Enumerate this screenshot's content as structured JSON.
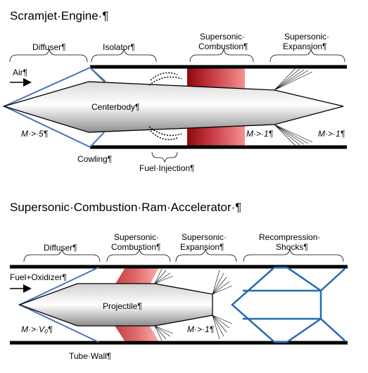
{
  "scramjet": {
    "title": "Scramjet·Engine·¶",
    "diffuser": "Diffuser¶",
    "isolator": "Isolator¶",
    "supersonic_combustion_1": "Supersonic·",
    "supersonic_combustion_2": "Combustion¶",
    "supersonic_expansion_1": "Supersonic·",
    "supersonic_expansion_2": "Expansion¶",
    "air": "Air¶",
    "centerbody": "Centerbody¶",
    "mach_inlet": "M·>·5¶",
    "mach_combustion": "M·>·1¶",
    "mach_exit": "M·>·1¶",
    "cowling": "Cowling¶",
    "fuel_injection": "Fuel·Injection¶"
  },
  "ram_accelerator": {
    "title": "Supersonic·Combustion·Ram·Accelerator·¶",
    "diffuser": "Diffuser¶",
    "supersonic_combustion_1": "Supersonic·",
    "supersonic_combustion_2": "Combustion¶",
    "supersonic_expansion_1": "Supersonic·",
    "supersonic_expansion_2": "Expansion¶",
    "recompression_1": "Recompression·",
    "recompression_2": "Shocks¶",
    "fuel_oxidizer": "Fuel+Oxidizer¶",
    "projectile": "Projectile¶",
    "mach_inlet": "M·>·V₀¶",
    "mach_expansion": "M·>·1¶",
    "tube_wall": "Tube·Wall¶"
  },
  "colors": {
    "shock_line": "#4a74b4",
    "recompression_line": "#1f6ab4",
    "combustion_dark": "#8b0000",
    "combustion_light": "#f08080"
  }
}
